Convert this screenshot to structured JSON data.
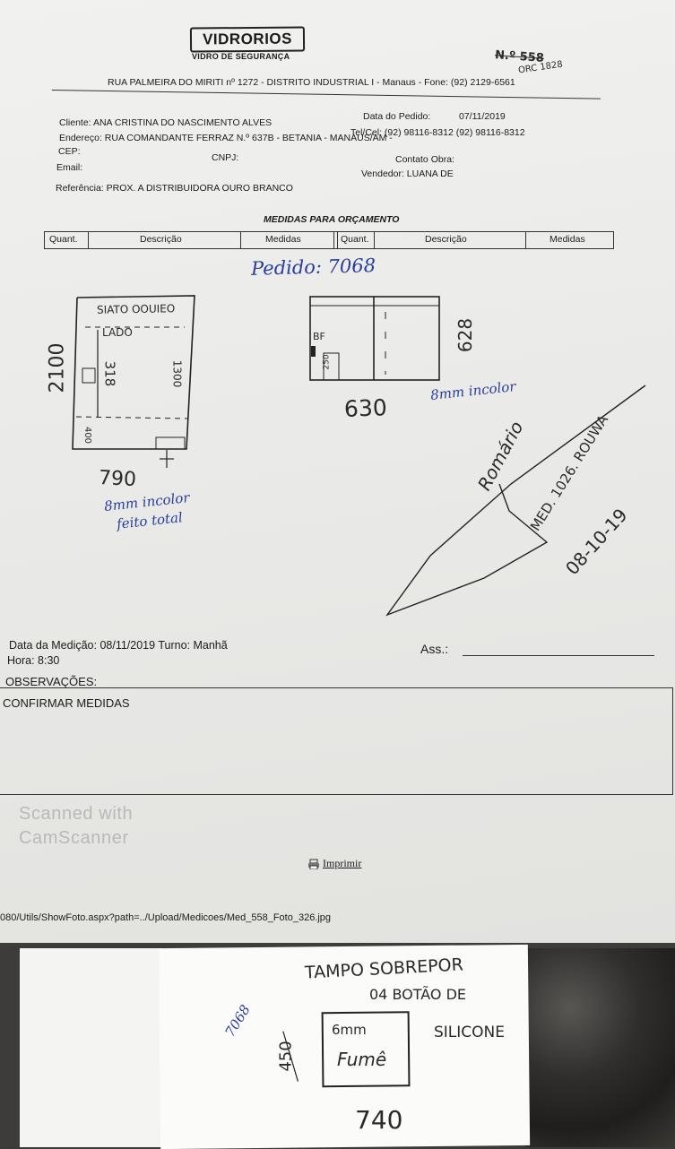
{
  "company": {
    "name": "VIDRORIOS",
    "tagline": "VIDRO DE SEGURANÇA",
    "address": "RUA PALMEIRA DO MIRITI nº 1272 - DISTRITO INDUSTRIAL I - Manaus - Fone: (92) 2129-6561"
  },
  "doc_number": "N.º 558",
  "doc_number_note": "ORC 1828",
  "customer": {
    "cliente": "Cliente: ANA CRISTINA DO NASCIMENTO ALVES",
    "endereco": "Endereço: RUA COMANDANTE FERRAZ N.º 637B - BETANIA - MANAUS/AM -",
    "cep": "CEP:",
    "cnpj": "CNPJ:",
    "email": "Email:",
    "referencia": "Referência: PROX. A DISTRIBUIDORA OURO BRANCO"
  },
  "order": {
    "data_pedido_label": "Data do Pedido:",
    "data_pedido": "07/11/2019",
    "telcel": "Tel/Cel: (92) 98116-8312   (92) 98116-8312",
    "contato_obra": "Contato Obra:",
    "vendedor": "Vendedor: LUANA DE"
  },
  "table": {
    "title": "MEDIDAS PARA ORÇAMENTO",
    "headers": [
      "Quant.",
      "Descrição",
      "Medidas",
      "Quant.",
      "Descrição",
      "Medidas"
    ]
  },
  "handwriting": {
    "pedido": "Pedido: 7068",
    "left_top": "SIATO OOUIEO",
    "left_sub": "LADO",
    "left_height": "2100",
    "left_inner1": "318",
    "left_inner2": "1300",
    "left_bottom": "400",
    "left_width": "790",
    "left_spec1": "8mm incolor",
    "left_spec2": "feito total",
    "right_label": "BF",
    "right_inner": "250",
    "right_height": "628",
    "right_width": "630",
    "right_spec": "8mm incolor",
    "signature": "Romário",
    "note_line": "MED. 1026. ROUWA",
    "note_date": "08-10-19"
  },
  "medicao": {
    "data": "Data da Medição: 08/11/2019  Turno: Manhã",
    "hora": "Hora: 8:30",
    "ass": "Ass.:"
  },
  "observacoes": {
    "label": "OBSERVAÇÕES:",
    "text": "CONFIRMAR MEDIDAS"
  },
  "watermark": [
    "Scanned with",
    "CamScanner"
  ],
  "print_link": "Imprimir",
  "url": "080/Utils/ShowFoto.aspx?path=../Upload/Medicoes/Med_558_Foto_326.jpg",
  "photo_note": {
    "line1": "TAMPO SOBREPOR",
    "line2": "04 BOTÃO DE",
    "line3": "SILICONE",
    "num": "7068",
    "inner1": "6mm",
    "inner2": "Fumê",
    "height": "450",
    "width": "740"
  }
}
